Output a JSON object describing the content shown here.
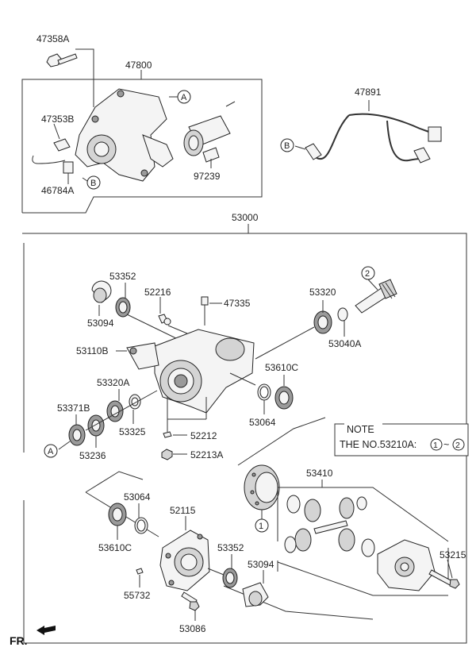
{
  "labels": {
    "p47358A": "47358A",
    "p47800": "47800",
    "p47353B": "47353B",
    "p46784A": "46784A",
    "p97239": "97239",
    "p47891": "47891",
    "p53000": "53000",
    "p53352a": "53352",
    "p52216": "52216",
    "p47335": "47335",
    "p53094a": "53094",
    "p53320": "53320",
    "p53040A": "53040A",
    "p53110B": "53110B",
    "p53610Ca": "53610C",
    "p53320A": "53320A",
    "p53371B": "53371B",
    "p53064a": "53064",
    "p53325": "53325",
    "p52212": "52212",
    "p53236": "53236",
    "p52213A": "52213A",
    "p53410": "53410",
    "p53064b": "53064",
    "p52115": "52115",
    "p53610Cb": "53610C",
    "p53352b": "53352",
    "p53215": "53215",
    "p53094b": "53094",
    "p55732": "55732",
    "p53086": "53086"
  },
  "callouts": {
    "a": "A",
    "b": "B",
    "one": "1",
    "two": "2"
  },
  "note": {
    "title": "NOTE",
    "text": "THE NO.53210A:",
    "range_start": "1",
    "range_sep": "~",
    "range_end": "2"
  },
  "footer": {
    "fr": "FR."
  }
}
